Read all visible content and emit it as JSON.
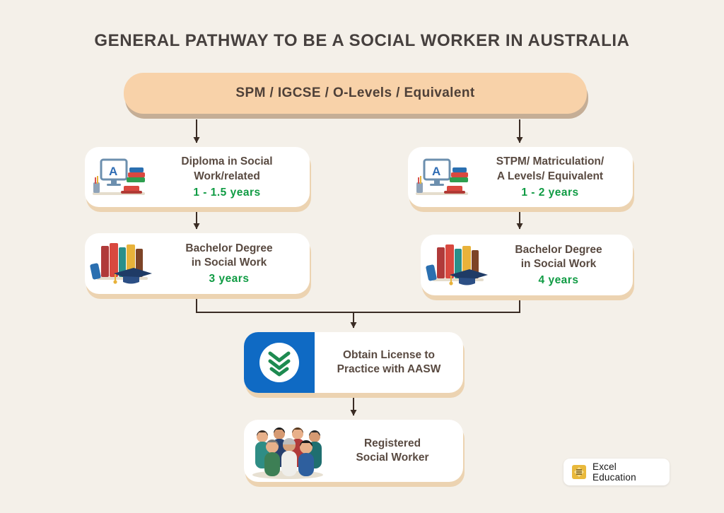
{
  "title": "GENERAL PATHWAY TO BE A SOCIAL WORKER IN AUSTRALIA",
  "flow": {
    "start": {
      "label": "SPM / IGCSE / O-Levels / Equivalent"
    },
    "diploma": {
      "line1": "Diploma in Social",
      "line2": "Work/related",
      "duration": "1 - 1.5 years"
    },
    "preu": {
      "line1": "STPM/ Matriculation/",
      "line2": "A Levels/ Equivalent",
      "duration": "1 - 2 years"
    },
    "bachelor3": {
      "line1": "Bachelor Degree",
      "line2": "in Social Work",
      "duration": "3 years"
    },
    "bachelor4": {
      "line1": "Bachelor Degree",
      "line2": "in Social Work",
      "duration": "4 years"
    },
    "license": {
      "line1": "Obtain License to",
      "line2": "Practice with AASW"
    },
    "registered": {
      "line1": "Registered",
      "line2": "Social Worker"
    }
  },
  "brand": {
    "name": "Excel Education"
  },
  "icons": {
    "diploma_box": "study-desk-icon",
    "preu_box": "study-desk-icon",
    "bachelor_boxes": "books-graduation-cap-icon",
    "license_box": "aasw-logo",
    "registered_box": "social-workers-group-illustration",
    "badge": "excel-education-logo"
  },
  "colors": {
    "background": "#f4f0e9",
    "start_box_fill": "#f8d2a9",
    "box_shadow": "#ecd3b1",
    "title_text": "#46403e",
    "box_text": "#594a41",
    "duration_green": "#0f9b43",
    "arrow": "#3a2c24",
    "aasw_blue": "#0f6ac4",
    "aasw_leaf_green": "#1d8a50",
    "brand_gold": "#e9b93c"
  }
}
